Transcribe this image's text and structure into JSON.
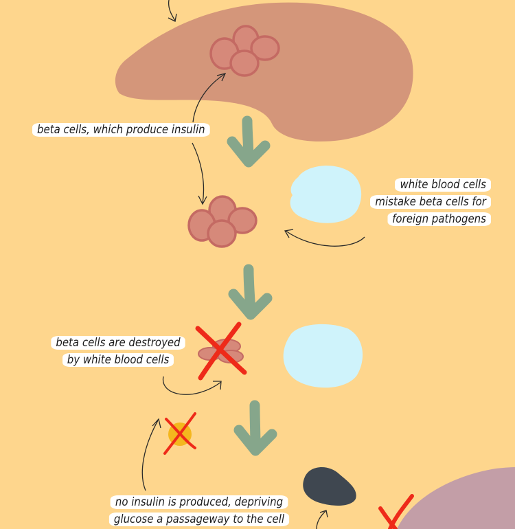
{
  "labels": {
    "beta_cells": [
      "beta cells, which produce insulin"
    ],
    "white_blood_cells": [
      "white blood cells",
      "mistake beta cells for",
      "foreign pathogens"
    ],
    "destroyed": [
      "beta cells are destroyed",
      "by white blood cells"
    ],
    "no_insulin": [
      "no insulin is produced, depriving",
      "glucose a passageway to the cell"
    ]
  },
  "colors": {
    "background": "#fed68d",
    "pancreas": "#d4967a",
    "beta_cell_fill": "#d6897a",
    "beta_cell_outline": "#c46a63",
    "arrow_green": "#86a68b",
    "white_blood_cell": "#cff3fb",
    "cross_red": "#ee2a19",
    "glucose": "#f4b71e",
    "dark_cell": "#3f4750",
    "body_cell": "#c39ea7"
  }
}
